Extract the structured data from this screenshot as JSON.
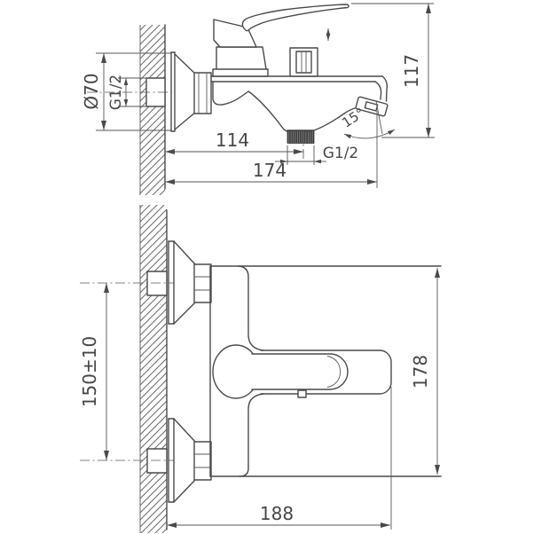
{
  "drawing": {
    "type": "technical-dimension-drawing",
    "subject": "wall-mounted bath mixer faucet, two orthographic views",
    "colors": {
      "line": "#4a4a4a",
      "text": "#474747",
      "background": "#ffffff",
      "thread_fill": "#3a3a3a"
    },
    "views": {
      "side_view": {
        "dimensions": {
          "flange_diameter": "Ø70",
          "wall_thread": "G1/2",
          "total_height": "117",
          "wall_to_shower_outlet": "114",
          "shower_outlet_thread": "G1/2",
          "wall_to_spout_end": "174",
          "spout_angle": "15°"
        }
      },
      "front_view": {
        "dimensions": {
          "inlet_spacing": "150±10",
          "overall_height": "178",
          "overall_width": "188"
        }
      }
    }
  }
}
